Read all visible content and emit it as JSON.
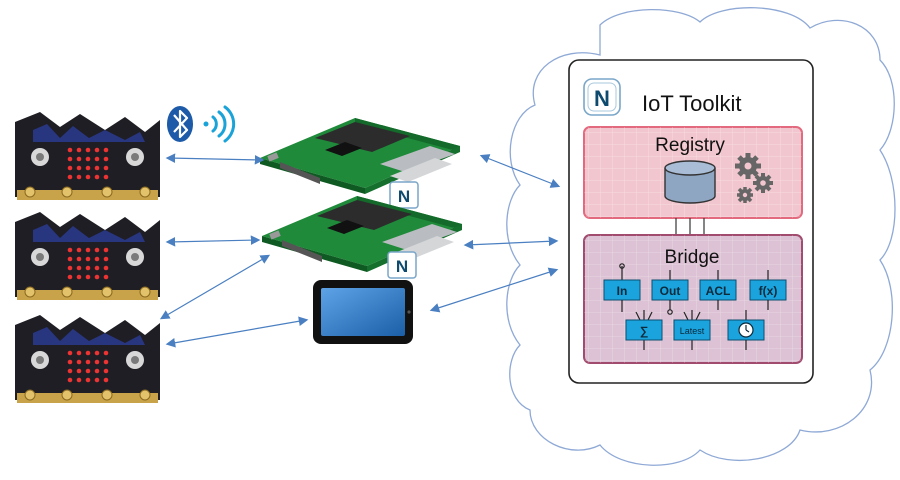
{
  "toolkit": {
    "title": "IoT Toolkit",
    "logo_letter": "N",
    "registry": {
      "title": "Registry"
    },
    "bridge": {
      "title": "Bridge",
      "blocks": [
        "In",
        "Out",
        "ACL",
        "f(x)",
        "∑",
        "Latest"
      ]
    }
  },
  "gateways": {
    "logo_letter": "N"
  },
  "icons": [
    "bluetooth-icon",
    "wireless-signal-icon",
    "gear-icon",
    "database-icon",
    "clock-icon"
  ],
  "colors": {
    "registry_fill": "#f2c6cf",
    "registry_border": "#e36a7e",
    "bridge_fill": "#dcc2d4",
    "bridge_border": "#a14c6e",
    "block_fill": "#1ba3de",
    "arrow": "#4a7fc1",
    "cloud_stroke": "#8fa9d6",
    "microbit": "#1e1e24",
    "pcb": "#1f8a3a",
    "bluetooth": "#1d5aa8"
  }
}
